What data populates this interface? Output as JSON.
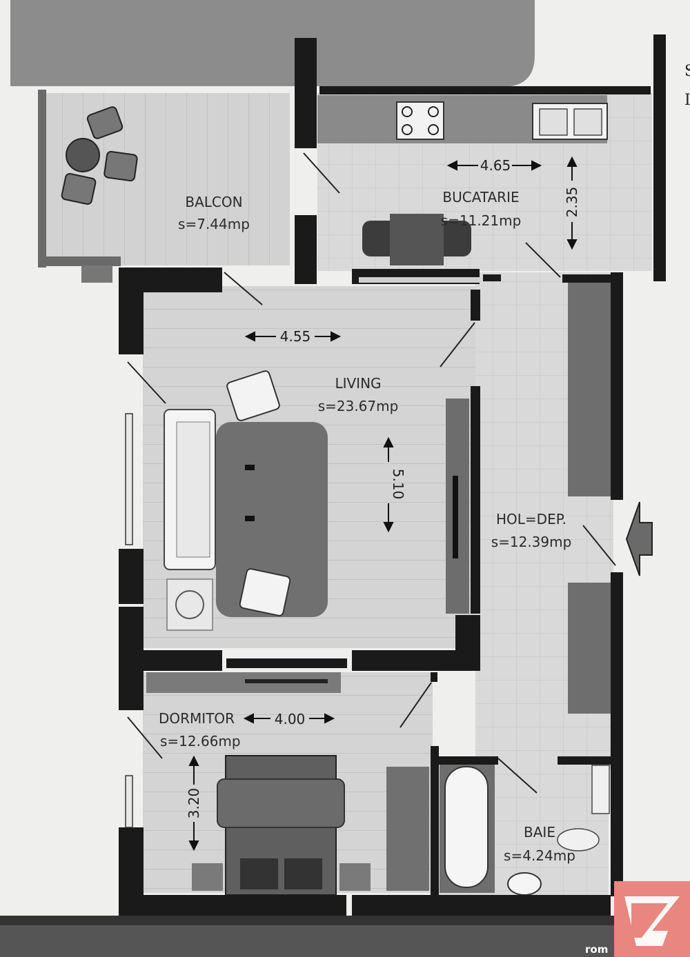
{
  "rooms": {
    "balcon": {
      "name": "BALCON",
      "area": "s=7.44mp"
    },
    "bucatarie": {
      "name": "BUCATARIE",
      "area": "s=11.21mp"
    },
    "living": {
      "name": "LIVING",
      "area": "s=23.67mp"
    },
    "hol": {
      "name": "HOL=DEP.",
      "area": "s=12.39mp"
    },
    "dormitor": {
      "name": "DORMITOR",
      "area": "s=12.66mp"
    },
    "baie": {
      "name": "BAIE",
      "area": "s=4.24mp"
    }
  },
  "dimensions": {
    "bucatarie_width": "4.65",
    "bucatarie_depth": "2.35",
    "living_width": "4.55",
    "living_depth": "5.10",
    "dormitor_width": "4.00",
    "dormitor_depth": "3.20"
  },
  "edge_text": {
    "line1": "S",
    "line2": "I"
  },
  "watermark": {
    "text": "rom"
  },
  "colors": {
    "wall": "#1a1a1a",
    "floor_wood": "#cfcfcf",
    "floor_tile": "#d6d6d6",
    "balcony_area": "#8f8f8f",
    "brand": "#e8867f"
  },
  "icons": {
    "entrance": "entrance-arrow-icon",
    "logo": "storia-logo-icon"
  }
}
